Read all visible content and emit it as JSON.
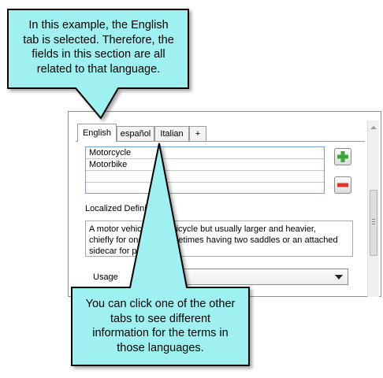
{
  "tabs": [
    {
      "label": "English",
      "selected": true
    },
    {
      "label": "español",
      "selected": false
    },
    {
      "label": "Italian",
      "selected": false
    },
    {
      "label": "+",
      "selected": false
    }
  ],
  "terms": [
    "Motorcycle",
    "Motorbike"
  ],
  "add_icon": "plus-icon",
  "remove_icon": "minus-icon",
  "definition_label": "Localized Definiti",
  "definition_lines": [
    "A motor vehicl",
    "to a bicycle but usually larger and heavier,",
    "chiefly for one",
    "sometimes having two saddles or an attached",
    "sidecar for pa"
  ],
  "usage_label": "Usage",
  "callout_top": {
    "lines": [
      "In this example, the English",
      "tab is selected. Therefore, the",
      "fields in this section are all",
      "related to that language."
    ]
  },
  "callout_bottom": {
    "lines": [
      "You can click one of the other",
      "tabs to see different",
      "information for the terms in",
      "those languages."
    ]
  },
  "colors": {
    "callout_fill": "#9ff0f0",
    "callout_border": "#000000",
    "add_green": "#3aa83a",
    "remove_red": "#d9362c"
  }
}
